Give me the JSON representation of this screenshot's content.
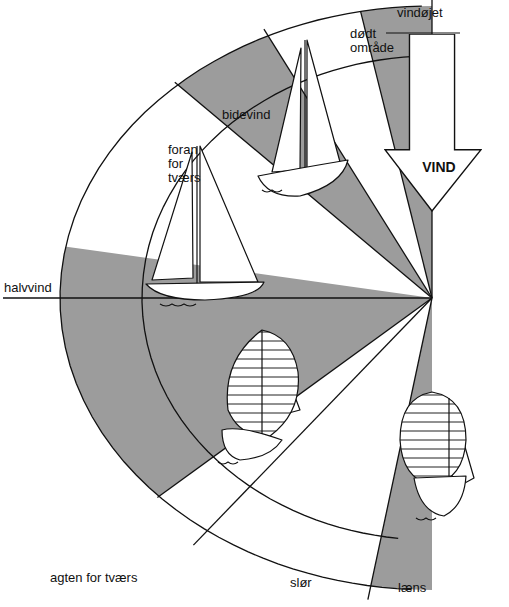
{
  "diagram": {
    "nodes": [
      {
        "text": [
          "VIND"
        ]
      }
    ],
    "labels": [
      "vindøjet",
      "dødt område",
      "bidevind",
      "foran for tværs",
      "halvvind",
      "agten for tværs",
      "slør",
      "læns"
    ]
  }
}
